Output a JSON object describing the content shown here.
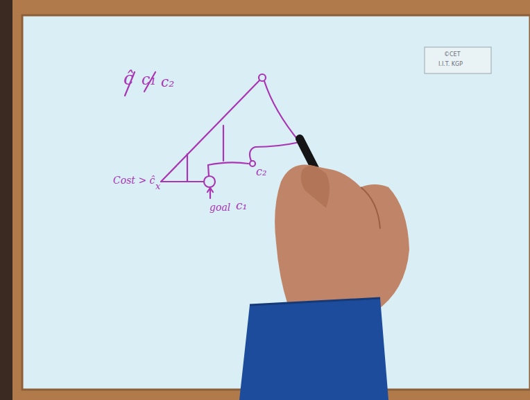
{
  "diagram": {
    "labels": [
      "ĉ",
      "c₁",
      "c₂",
      "Cost > ĉ",
      "x",
      "goal",
      "c₁",
      "c₂",
      "©CET",
      "I.I.T. KGP"
    ]
  }
}
